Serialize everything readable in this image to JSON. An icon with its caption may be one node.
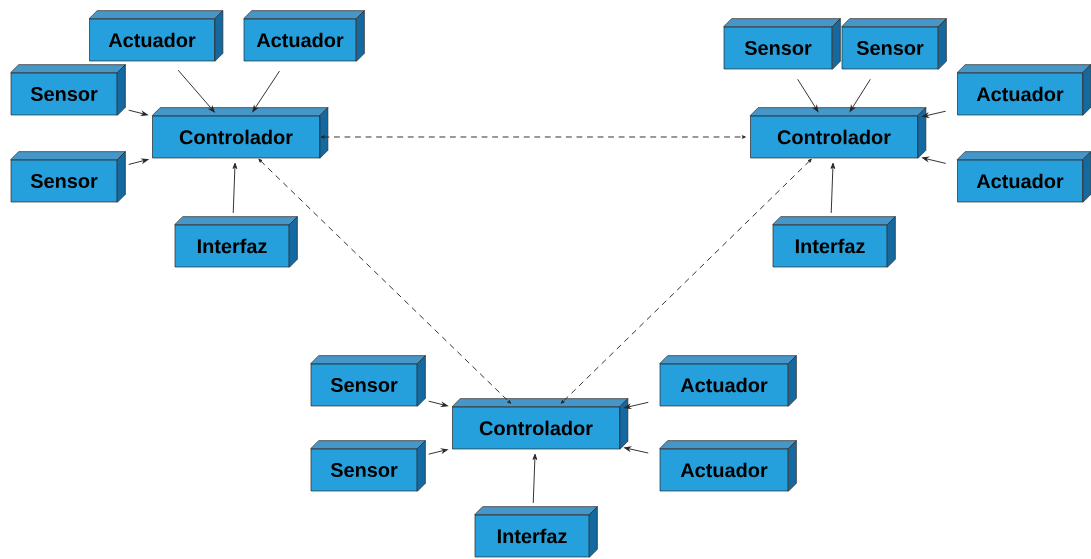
{
  "diagram": {
    "nodes": [
      {
        "text": [
          "Controlador"
        ]
      },
      {
        "text": [
          "Actuador"
        ]
      },
      {
        "text": [
          "Actuador"
        ]
      },
      {
        "text": [
          "Sensor"
        ]
      },
      {
        "text": [
          "Sensor"
        ]
      },
      {
        "text": [
          "Interfaz"
        ]
      },
      {
        "text": [
          "Controlador"
        ]
      },
      {
        "text": [
          "Sensor"
        ]
      },
      {
        "text": [
          "Sensor"
        ]
      },
      {
        "text": [
          "Actuador"
        ]
      },
      {
        "text": [
          "Actuador"
        ]
      },
      {
        "text": [
          "Interfaz"
        ]
      },
      {
        "text": [
          "Controlador"
        ]
      },
      {
        "text": [
          "Sensor"
        ]
      },
      {
        "text": [
          "Sensor"
        ]
      },
      {
        "text": [
          "Actuador"
        ]
      },
      {
        "text": [
          "Actuador"
        ]
      },
      {
        "text": [
          "Interfaz"
        ]
      }
    ],
    "edges": [
      {
        "from": 1,
        "to": 0,
        "arrow": "to"
      },
      {
        "from": 2,
        "to": 0,
        "arrow": "to"
      },
      {
        "from": 3,
        "to": 0,
        "arrow": "to"
      },
      {
        "from": 4,
        "to": 0,
        "arrow": "to"
      },
      {
        "from": 5,
        "to": 0,
        "arrow": "to"
      },
      {
        "from": 7,
        "to": 6,
        "arrow": "to"
      },
      {
        "from": 8,
        "to": 6,
        "arrow": "to"
      },
      {
        "from": 9,
        "to": 6,
        "arrow": "to"
      },
      {
        "from": 10,
        "to": 6,
        "arrow": "to"
      },
      {
        "from": 11,
        "to": 6,
        "arrow": "to"
      },
      {
        "from": 13,
        "to": 12,
        "arrow": "to"
      },
      {
        "from": 14,
        "to": 12,
        "arrow": "to"
      },
      {
        "from": 15,
        "to": 12,
        "arrow": "to"
      },
      {
        "from": 16,
        "to": 12,
        "arrow": "to"
      },
      {
        "from": 17,
        "to": 12,
        "arrow": "to"
      },
      {
        "from": 0,
        "to": 6,
        "arrow": "both",
        "style": "dashed"
      },
      {
        "from": 0,
        "to": 12,
        "arrow": "both",
        "style": "dashed"
      },
      {
        "from": 6,
        "to": 12,
        "arrow": "both",
        "style": "dashed"
      }
    ]
  }
}
